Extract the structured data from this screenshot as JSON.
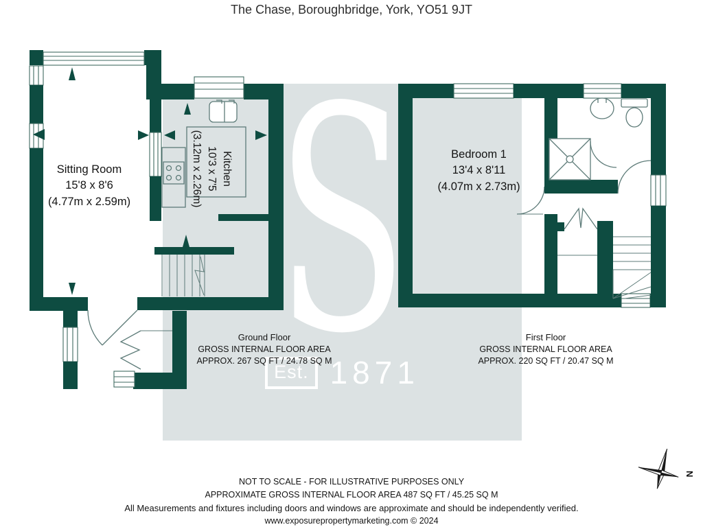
{
  "title": "The Chase, Boroughbridge, York, YO51 9JT",
  "watermark": {
    "initial": "S",
    "established": "Est.",
    "year": "1871"
  },
  "ground_floor": {
    "rooms": {
      "sitting_room": {
        "name": "Sitting Room",
        "dims_imperial": "15'8 x 8'6",
        "dims_metric": "(4.77m x 2.59m)"
      },
      "kitchen": {
        "name": "Kitchen",
        "dims_imperial": "10'3 x 7'5",
        "dims_metric": "(3.12m x 2.26m)"
      }
    },
    "label": {
      "floor": "Ground Floor",
      "line1": "GROSS INTERNAL FLOOR AREA",
      "line2": "APPROX. 267 SQ FT / 24.78 SQ M"
    }
  },
  "first_floor": {
    "rooms": {
      "bedroom1": {
        "name": "Bedroom 1",
        "dims_imperial": "13'4 x 8'11",
        "dims_metric": "(4.07m x 2.73m)"
      }
    },
    "label": {
      "floor": "First Floor",
      "line1": "GROSS INTERNAL FLOOR AREA",
      "line2": "APPROX. 220 SQ FT / 20.47 SQ M"
    }
  },
  "footer": {
    "line1": "NOT TO SCALE - FOR ILLUSTRATIVE PURPOSES ONLY",
    "line2": "APPROXIMATE GROSS INTERNAL FLOOR AREA 487 SQ FT / 45.25 SQ M",
    "line3": "All Measurements and fixtures including doors and windows are approximate and should be independently verified.",
    "line4": "www.exposurepropertymarketing.com © 2024"
  },
  "compass": {
    "north_label": "N"
  },
  "colors": {
    "wall": "#0e4c41",
    "watermark_bg": "#dce2e3",
    "fixture": "#5d7b78",
    "winline": "#3f6a60",
    "text": "#161616"
  }
}
